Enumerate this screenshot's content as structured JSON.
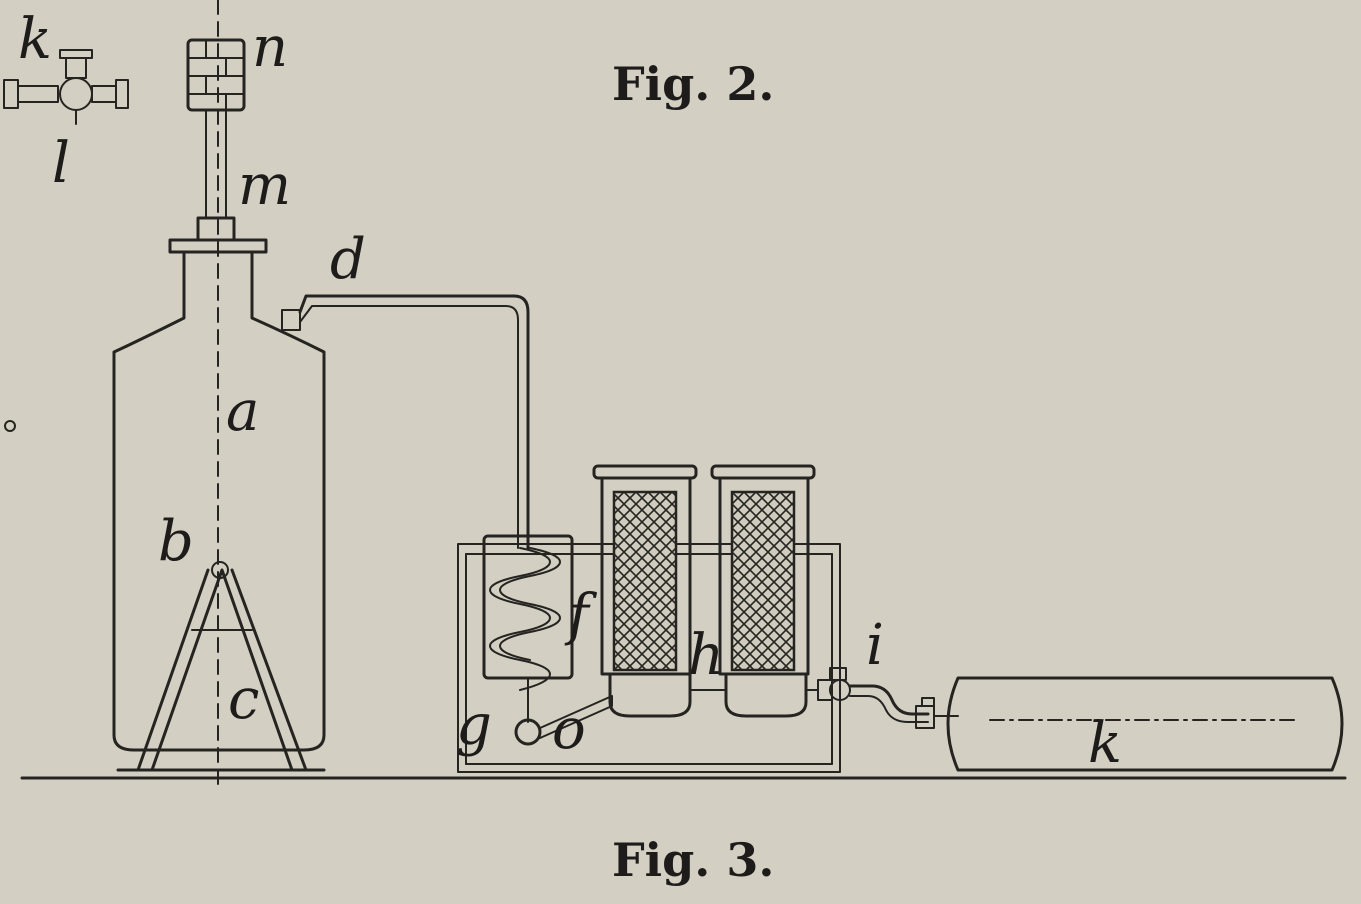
{
  "figures": {
    "fig2_caption": "Fig. 2.",
    "fig3_caption": "Fig. 3."
  },
  "labels": {
    "a": "a",
    "b": "b",
    "c": "c",
    "d": "d",
    "f": "f",
    "g": "g",
    "h": "h",
    "i": "i",
    "k_top": "k",
    "l_top": "l",
    "m": "m",
    "n": "n",
    "o": "o",
    "k": "k"
  },
  "colors": {
    "paper": "#d3cfc2",
    "ink": "#262421"
  }
}
